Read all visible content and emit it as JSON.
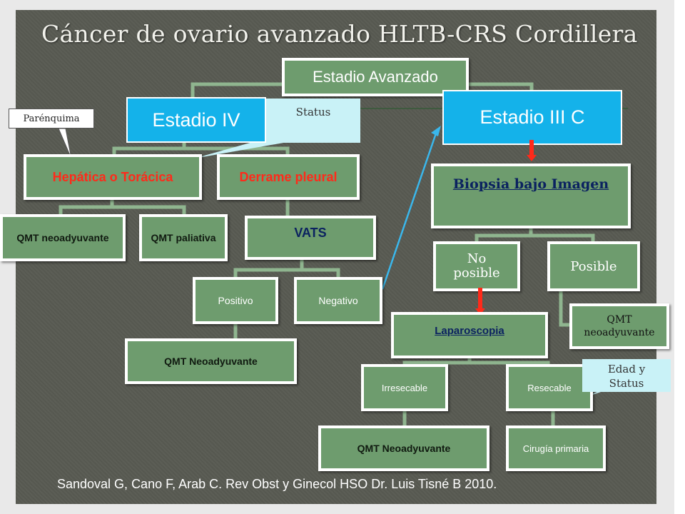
{
  "title": "Cáncer de ovario avanzado HLTB-CRS Cordillera",
  "root": "Estadio Avanzado",
  "stage_iv": "Estadio IV",
  "stage_iiic": "Estadio III C",
  "callouts": {
    "status": "Status",
    "parenquima": "Parénquima",
    "edad_status": "Edad y Status"
  },
  "nodes": {
    "hepatica": "Hepática o Torácica",
    "derrame": "Derrame pleural",
    "qmt_neo_left": "QMT neoadyuvante",
    "qmt_paliativa": "QMT paliativa",
    "vats": "VATS",
    "positivo": "Positivo",
    "negativo": "Negativo",
    "qmt_neo_center": "QMT Neoadyuvante",
    "biopsia": "Biopsia bajo Imagen",
    "no_posible": "No posible",
    "posible": "Posible",
    "qmt_neo_right": "QMT neoadyuvante",
    "laparoscopia": "Laparoscopia",
    "irresecable": "Irresecable",
    "resecable": "Resecable",
    "qmt_neo_bottom": "QMT Neoadyuvante",
    "cirugia": "Cirugía primaria"
  },
  "citation": "Sandoval G, Cano F,  Arab C. Rev Obst y Ginecol HSO Dr. Luis Tisné B 2010."
}
